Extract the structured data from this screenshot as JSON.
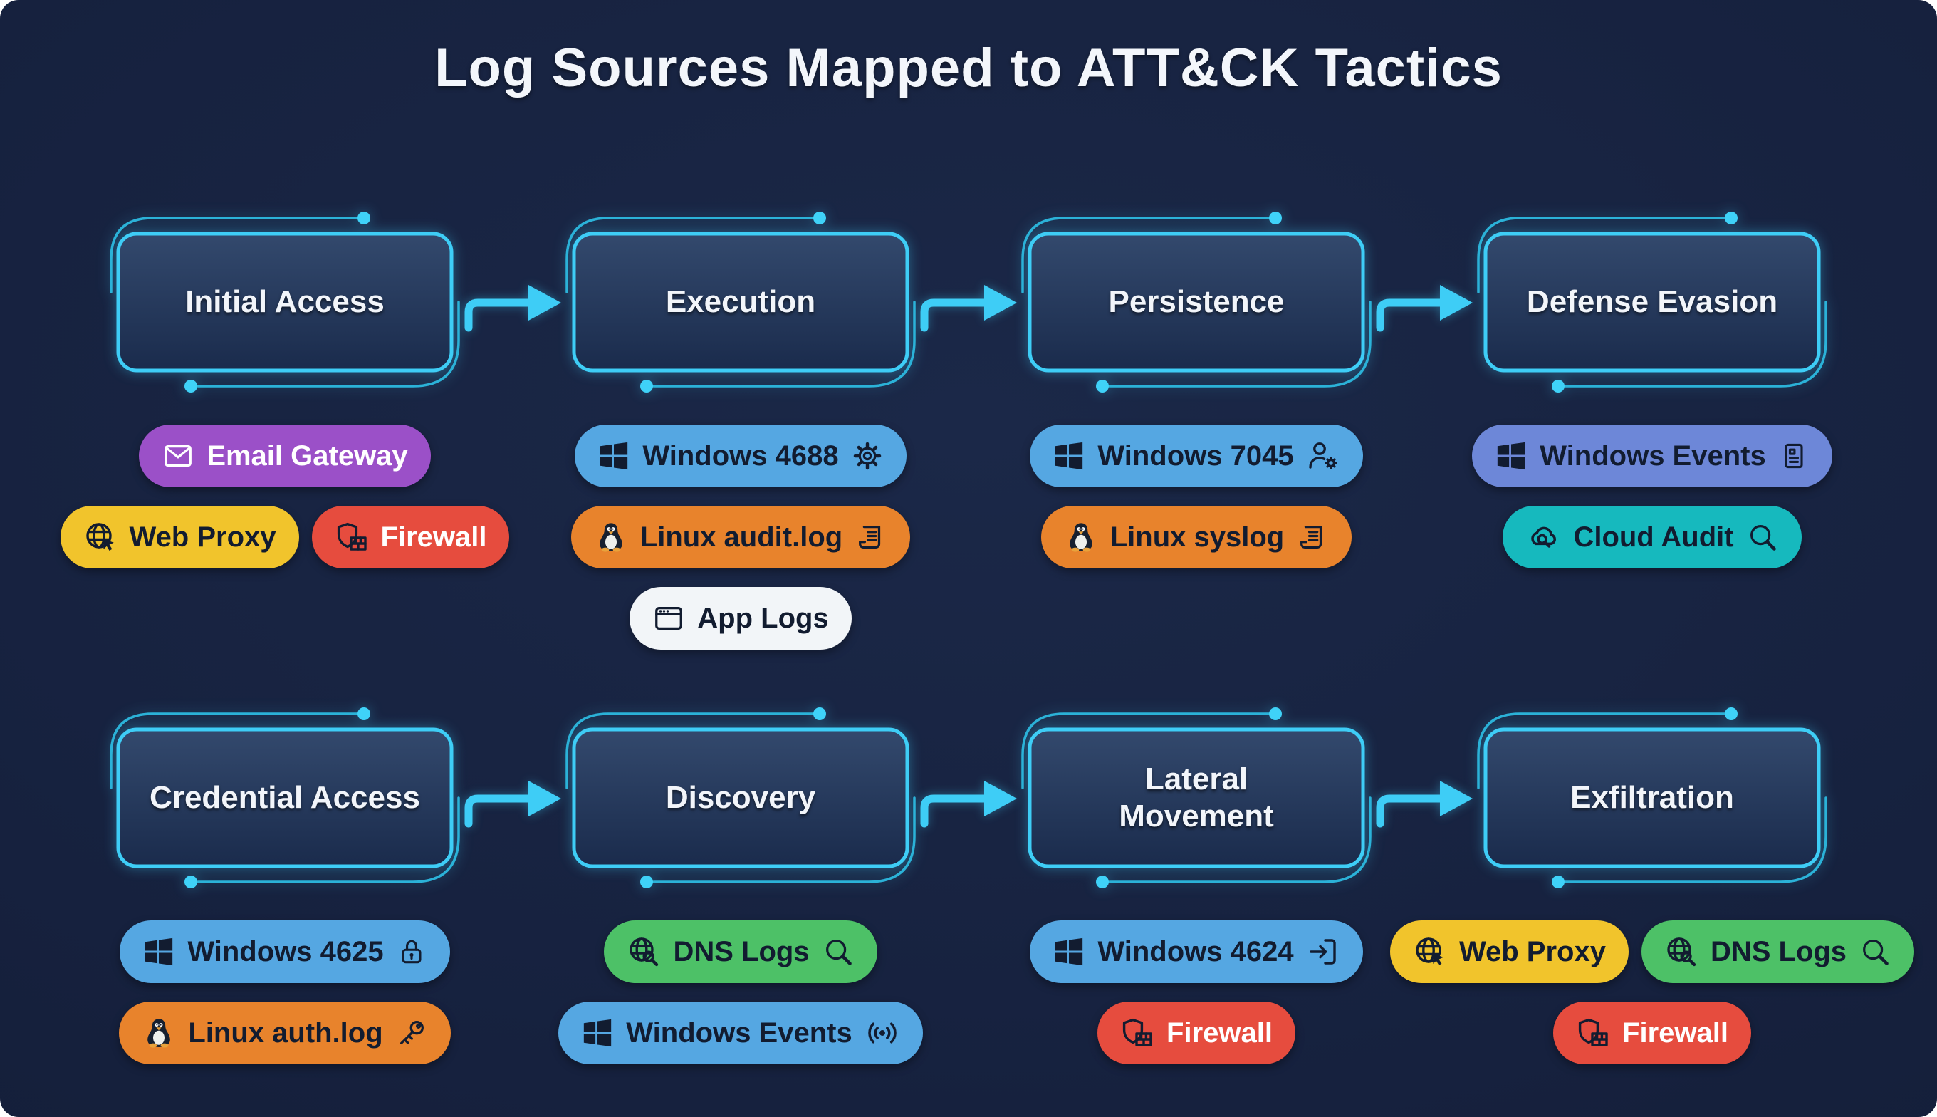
{
  "title": "Log Sources Mapped to ATT&CK Tactics",
  "colors": {
    "page_background": "#ffffff",
    "canvas_background": "#16213e",
    "accent_cyan": "#3ecdf6",
    "decoration_cyan": "#2bb2d8",
    "node_dot_cyan": "#3fd2f8",
    "box_fill_top": "#33496d",
    "box_fill_bottom": "#1a2b4c",
    "title_color": "#f3f6fb",
    "pill_blue": "#55a7e2",
    "pill_periwinkle": "#6d87d8",
    "pill_orange": "#e8832c",
    "pill_purple": "#9b50c8",
    "pill_yellow": "#f1c42c",
    "pill_red": "#e64c3e",
    "pill_white": "#f2f5f8",
    "pill_teal": "#16b9be",
    "pill_green": "#4dc167",
    "pill_dark_text": "#121c30",
    "pill_light_text": "#ffffff"
  },
  "rows": [
    {
      "tactics": [
        {
          "label": "Initial Access",
          "sources": [
            [
              {
                "label": "Email Gateway",
                "bg": "#9b50c8",
                "fg": "#ffffff",
                "icon_left": "envelope-icon",
                "icon_right": null,
                "icon_color": "#ffffff"
              }
            ],
            [
              {
                "label": "Web Proxy",
                "bg": "#f1c42c",
                "fg": "#121c30",
                "icon_left": "globe-cursor-icon",
                "icon_right": null,
                "icon_color": "#121c30"
              },
              {
                "label": "Firewall",
                "bg": "#e64c3e",
                "fg": "#ffffff",
                "icon_left": "shield-bricks-icon",
                "icon_right": null,
                "icon_color": "#121c30"
              }
            ]
          ]
        },
        {
          "label": "Execution",
          "sources": [
            [
              {
                "label": "Windows 4688",
                "bg": "#55a7e2",
                "fg": "#121c30",
                "icon_left": "windows-logo-icon",
                "icon_right": "gear-icon",
                "icon_color": "#121c30"
              }
            ],
            [
              {
                "label": "Linux audit.log",
                "bg": "#e8832c",
                "fg": "#121c30",
                "icon_left": "tux-penguin-icon",
                "icon_right": "scroll-icon",
                "icon_color": "#121c30"
              }
            ],
            [
              {
                "label": "App Logs",
                "bg": "#f2f5f8",
                "fg": "#121c30",
                "icon_left": "app-window-icon",
                "icon_right": null,
                "icon_color": "#121c30"
              }
            ]
          ]
        },
        {
          "label": "Persistence",
          "sources": [
            [
              {
                "label": "Windows 7045",
                "bg": "#55a7e2",
                "fg": "#121c30",
                "icon_left": "windows-logo-icon",
                "icon_right": "user-gear-icon",
                "icon_color": "#121c30"
              }
            ],
            [
              {
                "label": "Linux syslog",
                "bg": "#e8832c",
                "fg": "#121c30",
                "icon_left": "tux-penguin-icon",
                "icon_right": "scroll-icon",
                "icon_color": "#121c30"
              }
            ]
          ]
        },
        {
          "label": "Defense Evasion",
          "sources": [
            [
              {
                "label": "Windows Events",
                "bg": "#6d87d8",
                "fg": "#121c30",
                "icon_left": "windows-logo-icon",
                "icon_right": "document-icon",
                "icon_color": "#121c30"
              }
            ],
            [
              {
                "label": "Cloud Audit",
                "bg": "#16b9be",
                "fg": "#121c30",
                "icon_left": "cloud-magnifier-icon",
                "icon_right": "magnifier-icon",
                "icon_color": "#121c30"
              }
            ]
          ]
        }
      ]
    },
    {
      "tactics": [
        {
          "label": "Credential Access",
          "sources": [
            [
              {
                "label": "Windows 4625",
                "bg": "#55a7e2",
                "fg": "#121c30",
                "icon_left": "windows-logo-icon",
                "icon_right": "padlock-icon",
                "icon_color": "#121c30"
              }
            ],
            [
              {
                "label": "Linux auth.log",
                "bg": "#e8832c",
                "fg": "#121c30",
                "icon_left": "tux-penguin-icon",
                "icon_right": "key-icon",
                "icon_color": "#121c30"
              }
            ]
          ]
        },
        {
          "label": "Discovery",
          "sources": [
            [
              {
                "label": "DNS Logs",
                "bg": "#4dc167",
                "fg": "#121c30",
                "icon_left": "globe-magnifier-icon",
                "icon_right": "magnifier-icon",
                "icon_color": "#121c30"
              }
            ],
            [
              {
                "label": "Windows Events ((o))",
                "bg": "#55a7e2",
                "fg": "#121c30",
                "icon_left": "windows-logo-icon",
                "icon_right": "broadcast-icon",
                "icon_color": "#121c30",
                "label_display": "Windows Events"
              }
            ]
          ]
        },
        {
          "label": "Lateral\nMovement",
          "sources": [
            [
              {
                "label": "Windows 4624",
                "bg": "#55a7e2",
                "fg": "#121c30",
                "icon_left": "windows-logo-icon",
                "icon_right": "login-arrow-icon",
                "icon_color": "#121c30"
              }
            ],
            [
              {
                "label": "Firewall",
                "bg": "#e64c3e",
                "fg": "#ffffff",
                "icon_left": "shield-bricks-icon",
                "icon_right": null,
                "icon_color": "#121c30"
              }
            ]
          ]
        },
        {
          "label": "Exfiltration",
          "sources": [
            [
              {
                "label": "Web Proxy",
                "bg": "#f1c42c",
                "fg": "#121c30",
                "icon_left": "globe-cursor-icon",
                "icon_right": null,
                "icon_color": "#121c30"
              },
              {
                "label": "DNS Logs",
                "bg": "#4dc167",
                "fg": "#121c30",
                "icon_left": "globe-magnifier-icon",
                "icon_right": "magnifier-icon",
                "icon_color": "#121c30"
              }
            ],
            [
              {
                "label": "Firewall",
                "bg": "#e64c3e",
                "fg": "#ffffff",
                "icon_left": "shield-bricks-icon",
                "icon_right": null,
                "icon_color": "#121c30"
              }
            ]
          ]
        }
      ]
    }
  ]
}
